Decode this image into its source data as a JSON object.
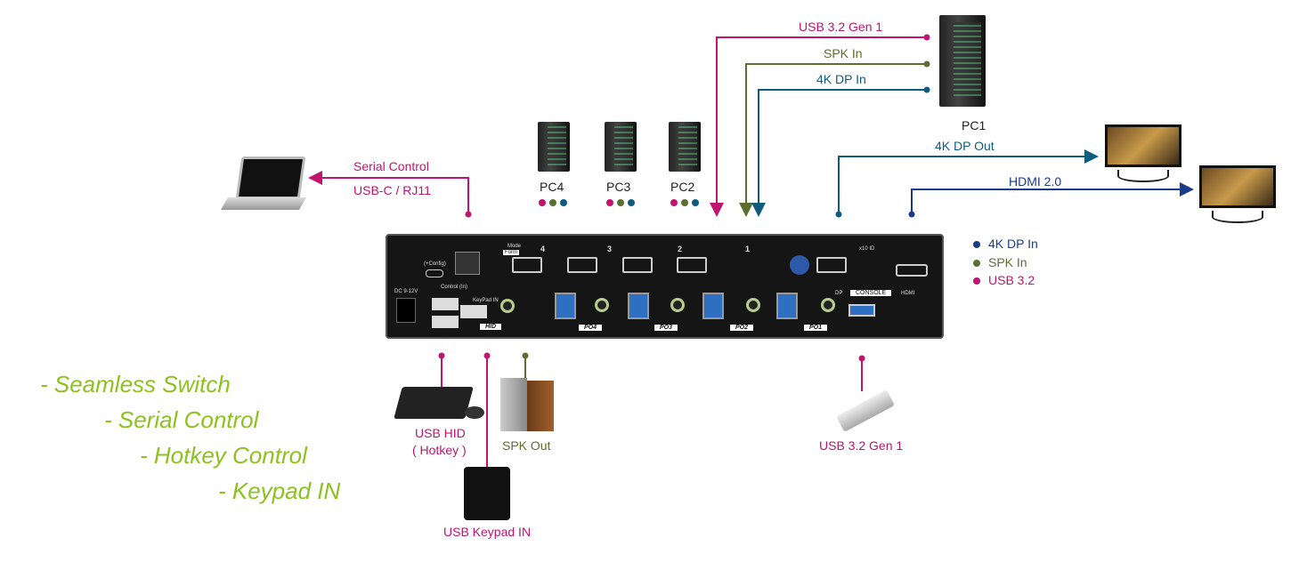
{
  "colors": {
    "usb": "#c0146e",
    "speaker": "#5b7030",
    "dp": "#0e5c80",
    "legend_dp": "#1a3a8a",
    "features": "#8cc21f"
  },
  "pc1": {
    "label": "PC1",
    "links": [
      "USB 3.2 Gen 1",
      "SPK In",
      "4K DP In"
    ]
  },
  "pcs": [
    {
      "label": "PC4"
    },
    {
      "label": "PC3"
    },
    {
      "label": "PC2"
    }
  ],
  "outputs": {
    "dp_out": "4K DP Out",
    "hdmi": "HDMI 2.0"
  },
  "laptop": {
    "label_top": "Serial Control",
    "label_bottom": "USB-C / RJ11"
  },
  "legend": [
    {
      "label": "4K DP In",
      "color": "#1a3a8a"
    },
    {
      "label": "SPK In",
      "color": "#5b7030"
    },
    {
      "label": "USB 3.2",
      "color": "#c0146e"
    }
  ],
  "peripherals": {
    "hid": "USB HID",
    "hid_sub": "( Hotkey )",
    "spk": "SPK Out",
    "usb_drive": "USB 3.2 Gen 1",
    "keypad": "USB Keypad IN"
  },
  "features": [
    "- Seamless Switch",
    "- Serial Control",
    "- Hotkey Control",
    "- Keypad IN"
  ],
  "panel": {
    "dc": "DC 9-12V",
    "config": "(+Config)",
    "control": "Control (In)",
    "mode": "Mode",
    "form": "Form",
    "keypad_in": "KeyPad IN",
    "hid": "HID",
    "ports": [
      "PO4",
      "PO3",
      "PO2",
      "PO1"
    ],
    "port_nums": [
      "4",
      "3",
      "2",
      "1"
    ],
    "console": "CONSOLE",
    "dp": "DP",
    "hdmi": "HDMI",
    "id": "x10 ID"
  }
}
